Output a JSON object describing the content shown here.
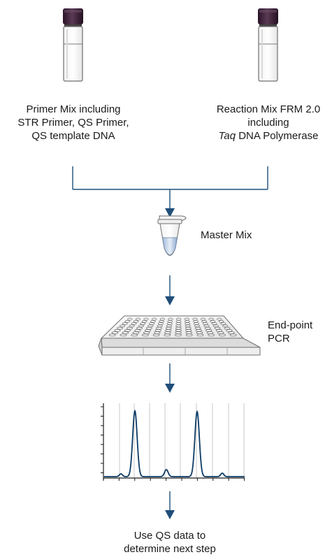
{
  "left_tube": {
    "label_lines": [
      "Primer Mix including",
      "STR Primer, QS Primer,",
      "QS template DNA"
    ]
  },
  "right_tube": {
    "label_lines": [
      "Reaction Mix FRM 2.0",
      "including"
    ],
    "label_italic": "Taq",
    "label_rest": " DNA Polymerase"
  },
  "master_mix": {
    "label": "Master Mix"
  },
  "pcr": {
    "label_lines": [
      "End-point",
      "PCR"
    ]
  },
  "result": {
    "label_lines": [
      "Use QS data to",
      "determine next step"
    ]
  },
  "colors": {
    "flow": "#1f4e79",
    "peak": "#0d3b66",
    "cap": "#3a1f3a",
    "grid": "#c8c8c8"
  }
}
